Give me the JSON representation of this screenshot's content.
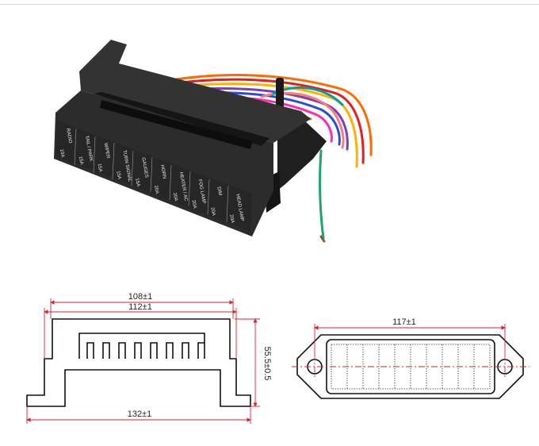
{
  "fuse_labels": [
    {
      "name": "RADIO",
      "rating": "10A"
    },
    {
      "name": "TAIL / PARK",
      "rating": "15A"
    },
    {
      "name": "WIPER",
      "rating": "15A"
    },
    {
      "name": "TURN SIGNAL",
      "rating": "15A"
    },
    {
      "name": "GAUGES",
      "rating": "15A"
    },
    {
      "name": "HORN",
      "rating": "20A"
    },
    {
      "name": "HEATER / AC",
      "rating": "20A"
    },
    {
      "name": "FOG LAMP",
      "rating": "20A"
    },
    {
      "name": "DIM",
      "rating": "20A"
    },
    {
      "name": "HEAD LAMP",
      "rating": "20A"
    }
  ],
  "dimensions": {
    "inner_width": "108±1",
    "mid_width": "112±1",
    "height": "55.5±0.5",
    "base_width": "132±1",
    "top_view_width": "117±1"
  },
  "colors": {
    "dimension_line": "#d9262c",
    "outline": "#111111",
    "body": "#2a2a2a",
    "wires": [
      "#ff6a00",
      "#e51d1d",
      "#ffb000",
      "#7a3fb0",
      "#2a4fd6",
      "#00a0a0",
      "#ff2ab0",
      "#c08a3a",
      "#ff7a7a",
      "#1aa86a"
    ]
  }
}
